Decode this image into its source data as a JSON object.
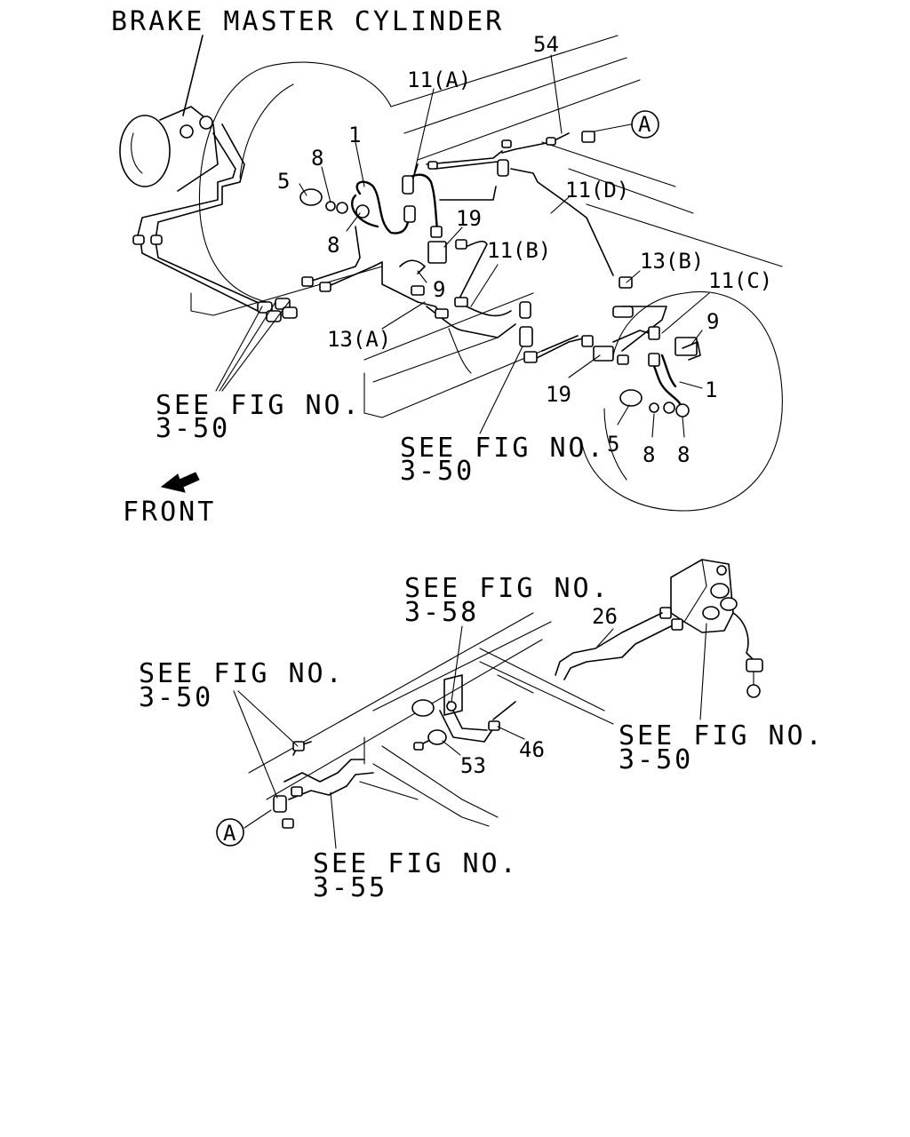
{
  "title": "BRAKE MASTER CYLINDER",
  "front_label": "FRONT",
  "part_numbers": {
    "p54": "54",
    "p11a": "11(A)",
    "p1_left": "1",
    "p8_top": "8",
    "p5_left": "5",
    "p8_left": "8",
    "p19_top": "19",
    "p11b": "11(B)",
    "p11d": "11(D)",
    "p13b": "13(B)",
    "p11c": "11(C)",
    "p9_left": "9",
    "p9_right": "9",
    "p13a": "13(A)",
    "p1_right": "1",
    "p19_bottom": "19",
    "p5_right": "5",
    "p8_right_a": "8",
    "p8_right_b": "8",
    "p26": "26",
    "p46": "46",
    "p53": "53"
  },
  "connector": {
    "top": "A",
    "bottom": "A"
  },
  "references": {
    "ref_left_top": {
      "line1": "SEE FIG NO.",
      "line2": "3-50"
    },
    "ref_mid_top": {
      "line1": "SEE FIG NO.",
      "line2": "3-50"
    },
    "ref_358": {
      "line1": "SEE FIG NO.",
      "line2": "3-58"
    },
    "ref_left_bottom": {
      "line1": "SEE FIG NO.",
      "line2": "3-50"
    },
    "ref_right_bottom": {
      "line1": "SEE FIG NO.",
      "line2": "3-50"
    },
    "ref_355": {
      "line1": "SEE FIG NO.",
      "line2": "3-55"
    }
  }
}
